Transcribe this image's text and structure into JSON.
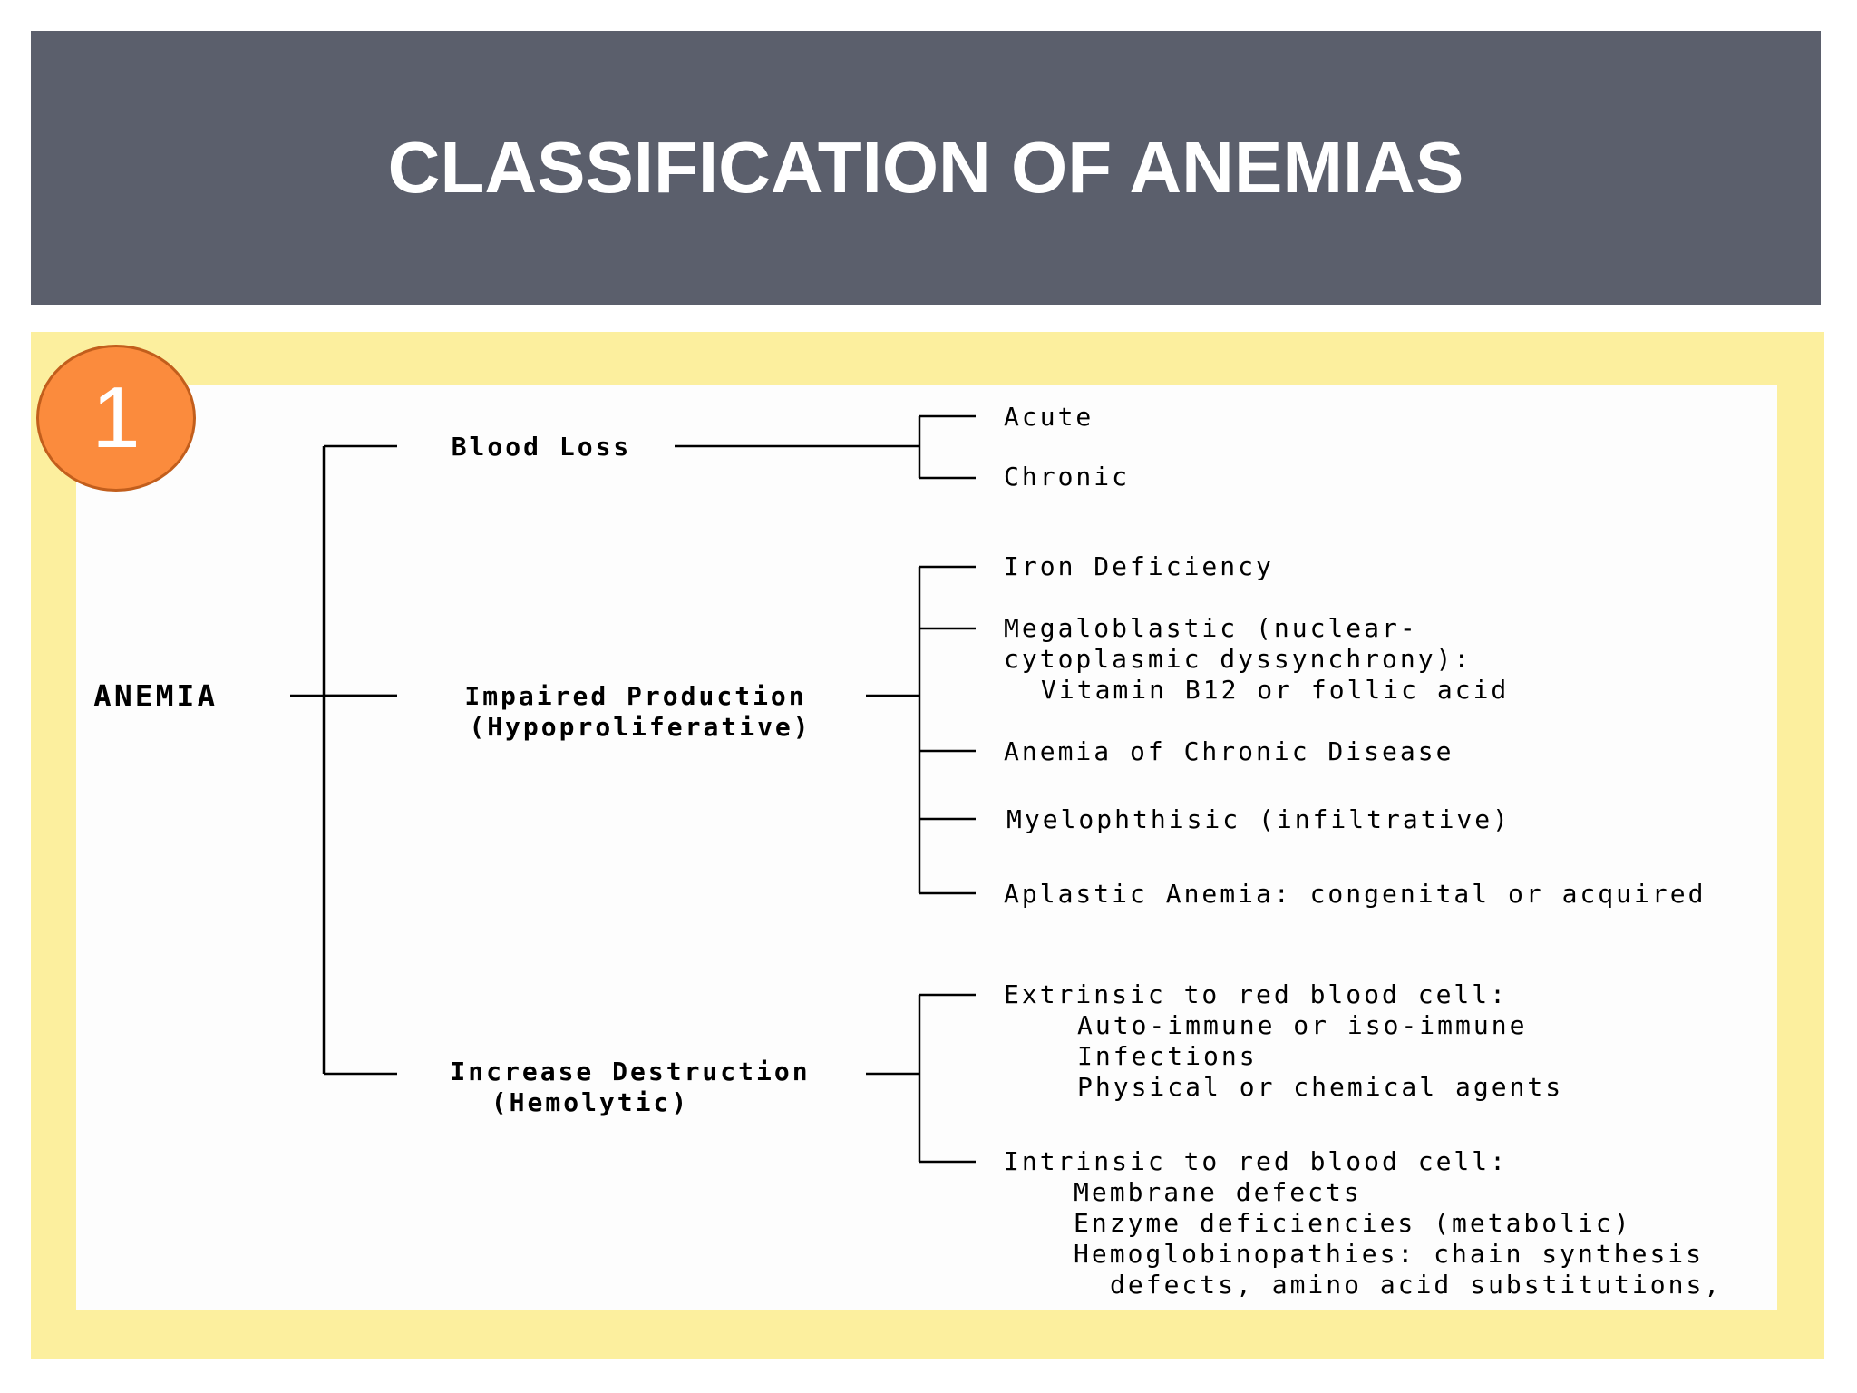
{
  "slide": {
    "title": "CLASSIFICATION OF ANEMIAS",
    "badge_number": "1"
  },
  "colors": {
    "title_bar": "#5b5f6c",
    "frame": "#fcef9e",
    "badge_fill": "#fb8b3d",
    "badge_border": "#c25e1c"
  },
  "diagram": {
    "root": "ANEMIA",
    "categories": [
      {
        "label": [
          "Blood Loss"
        ],
        "children": [
          {
            "lines": [
              "Acute"
            ]
          },
          {
            "lines": [
              "Chronic"
            ]
          }
        ]
      },
      {
        "label": [
          "Impaired Production",
          "(Hypoproliferative)"
        ],
        "children": [
          {
            "lines": [
              "Iron Deficiency"
            ]
          },
          {
            "lines": [
              "Megaloblastic (nuclear-",
              "cytoplasmic dyssynchrony):",
              "Vitamin B12 or follic acid"
            ]
          },
          {
            "lines": [
              "Anemia of Chronic Disease"
            ]
          },
          {
            "lines": [
              "Myelophthisic (infiltrative)"
            ]
          },
          {
            "lines": [
              "Aplastic Anemia: congenital or acquired"
            ]
          }
        ]
      },
      {
        "label": [
          "Increase Destruction",
          "(Hemolytic)"
        ],
        "children": [
          {
            "lines": [
              "Extrinsic to red blood cell:",
              "Auto-immune or iso-immune",
              "Infections",
              "Physical or chemical agents"
            ]
          },
          {
            "lines": [
              "Intrinsic to red blood cell:",
              "Membrane defects",
              "Enzyme deficiencies (metabolic)",
              "Hemoglobinopathies: chain synthesis",
              "defects, amino acid substitutions,"
            ]
          }
        ]
      }
    ]
  }
}
